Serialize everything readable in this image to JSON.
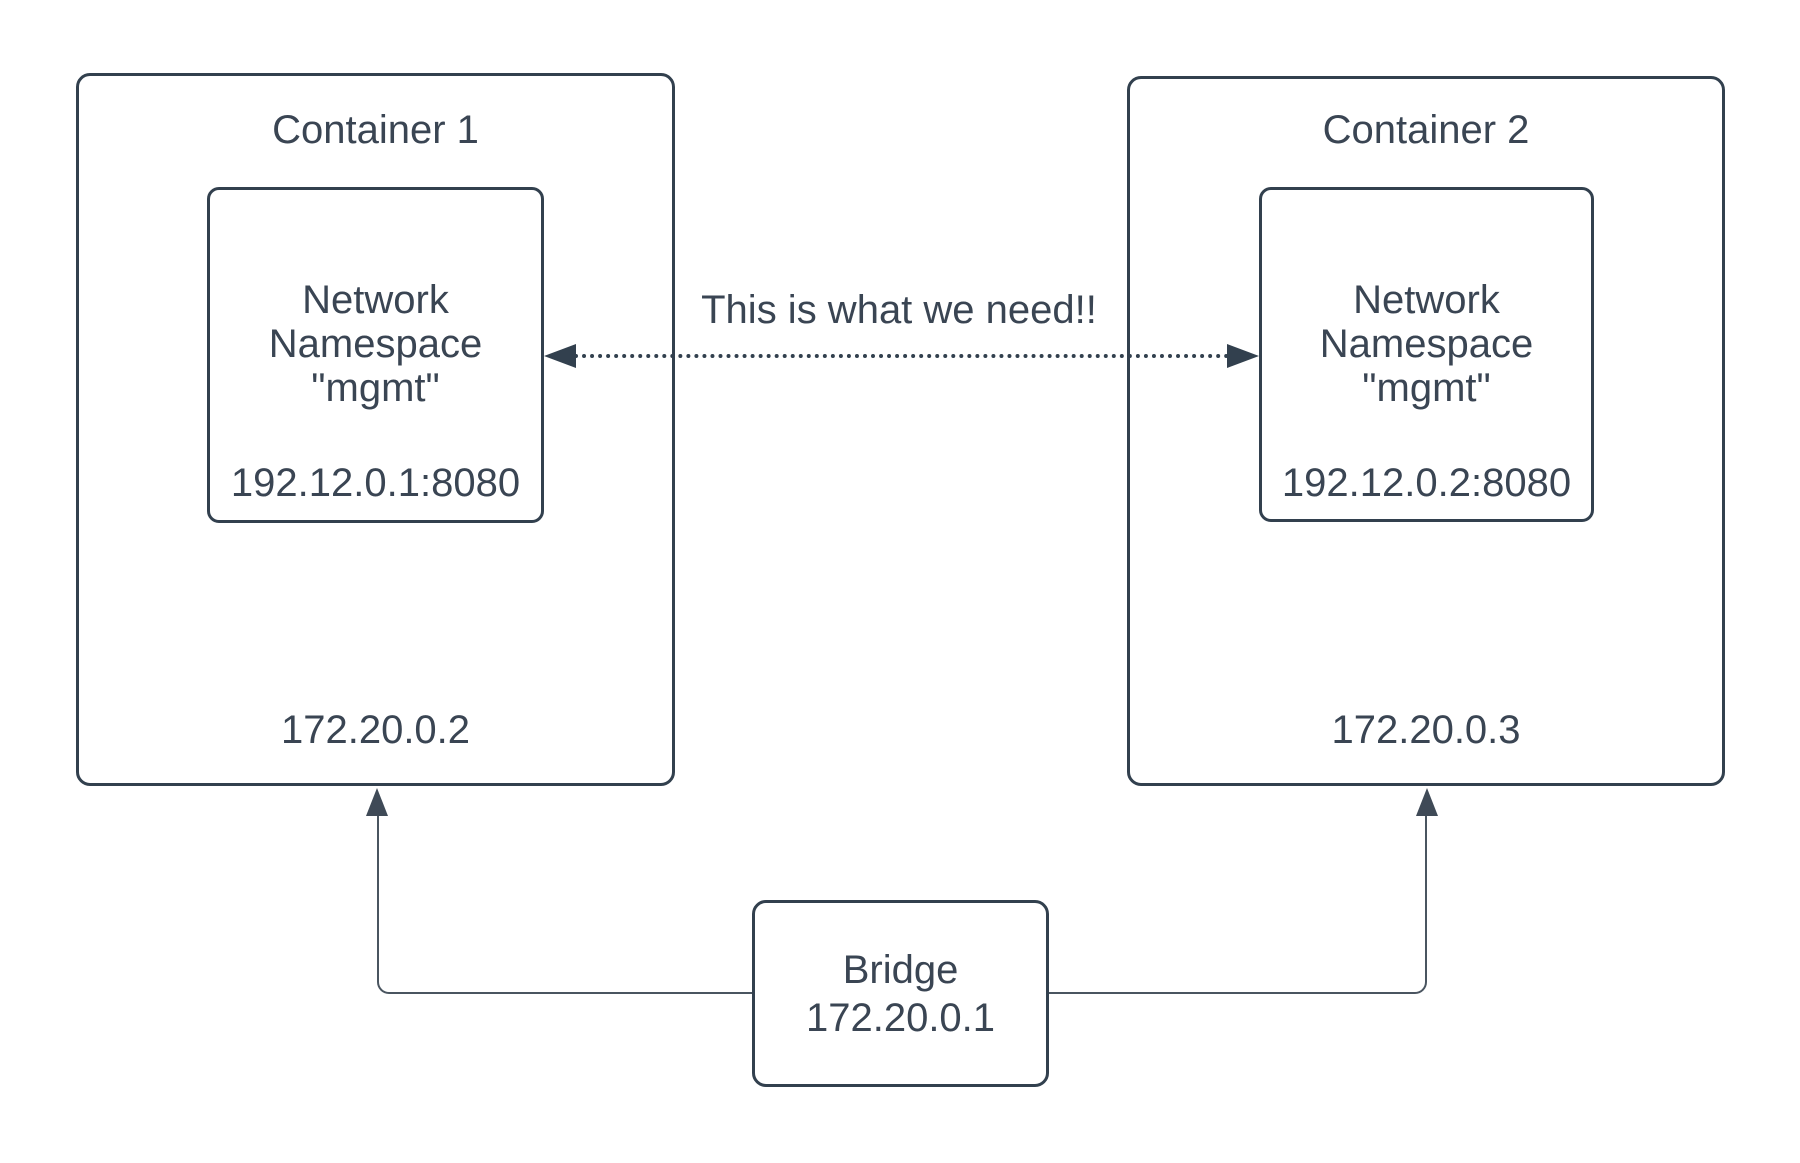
{
  "colors": {
    "stroke": "#32404e",
    "text": "#3a4553",
    "connector": "#4a5560",
    "background": "#ffffff"
  },
  "containers": [
    {
      "title": "Container 1",
      "namespace_label": "Network\nNamespace\n\"mgmt\"",
      "endpoint": "192.12.0.1:8080",
      "ip": "172.20.0.2"
    },
    {
      "title": "Container 2",
      "namespace_label": "Network\nNamespace\n\"mgmt\"",
      "endpoint": "192.12.0.2:8080",
      "ip": "172.20.0.3"
    }
  ],
  "link": {
    "label": "This is what we need!!"
  },
  "bridge": {
    "name": "Bridge",
    "ip": "172.20.0.1"
  }
}
